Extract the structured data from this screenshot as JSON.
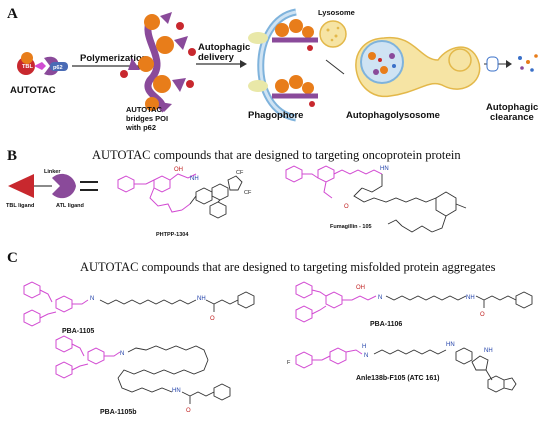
{
  "panels": {
    "a": {
      "letter": "A"
    },
    "b": {
      "letter": "B",
      "subtitle": "AUTOTAC compounds that are designed to targeting oncoprotein protein"
    },
    "c": {
      "letter": "C",
      "subtitle": "AUTOTAC compounds that are designed to targeting misfolded protein aggregates"
    }
  },
  "workflow": {
    "autotac_label": "AUTOTAC",
    "tbl_tag": "TBL",
    "p62_tag": "p62",
    "polymerization": "Polymerization",
    "bridge_line1": "AUTOTAC",
    "bridge_line2": "bridges POI",
    "bridge_line3": "with p62",
    "delivery_line1": "Autophagic",
    "delivery_line2": "delivery",
    "phagophore": "Phagophore",
    "lysosome": "Lysosome",
    "autophagolysosome": "Autophagolysosome",
    "clearance_line1": "Autophagic",
    "clearance_line2": "clearance"
  },
  "linker_scheme": {
    "linker": "Linker",
    "tbl_ligand": "TBL ligand",
    "atl_ligand": "ATL ligand"
  },
  "compounds": {
    "phtpp": "PHTPP-1304",
    "fumagillin": "Fumagillin - 105",
    "pba1105": "PBA-1105",
    "pba1106": "PBA-1106",
    "pba1105b": "PBA-1105b",
    "anle": "Anle138b-F105 (ATC 161)"
  },
  "atoms": {
    "h": "H",
    "n": "N",
    "o": "O",
    "oh": "OH",
    "f": "F",
    "cf3": "CF",
    "nh": "NH",
    "hn": "HN",
    "h_n": "N",
    "pyrazole_n": "N"
  },
  "colors": {
    "purple_protein": "#8a4a9a",
    "orange_poi": "#e87d1a",
    "red_tbl": "#c8282e",
    "magenta_linker": "#d24bd2",
    "lysosome_yellow": "#f2d27a",
    "autophagosome_blue": "#7fb3dc"
  }
}
